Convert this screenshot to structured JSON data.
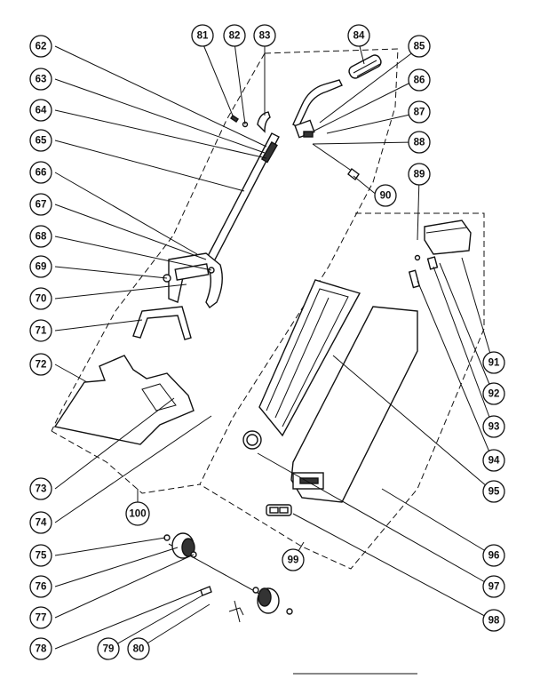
{
  "callouts": [
    {
      "id": "81",
      "label": "81"
    },
    {
      "id": "82",
      "label": "82"
    },
    {
      "id": "83",
      "label": "83"
    },
    {
      "id": "84",
      "label": "84"
    },
    {
      "id": "85",
      "label": "85"
    },
    {
      "id": "86",
      "label": "86"
    },
    {
      "id": "87",
      "label": "87"
    },
    {
      "id": "88",
      "label": "88"
    },
    {
      "id": "89",
      "label": "89"
    },
    {
      "id": "90",
      "label": "90"
    },
    {
      "id": "91",
      "label": "91"
    },
    {
      "id": "92",
      "label": "92"
    },
    {
      "id": "93",
      "label": "93"
    },
    {
      "id": "94",
      "label": "94"
    },
    {
      "id": "95",
      "label": "95"
    },
    {
      "id": "96",
      "label": "96"
    },
    {
      "id": "97",
      "label": "97"
    },
    {
      "id": "98",
      "label": "98"
    },
    {
      "id": "99",
      "label": "99"
    },
    {
      "id": "100",
      "label": "100"
    },
    {
      "id": "62",
      "label": "62"
    },
    {
      "id": "63",
      "label": "63"
    },
    {
      "id": "64",
      "label": "64"
    },
    {
      "id": "65",
      "label": "65"
    },
    {
      "id": "66",
      "label": "66"
    },
    {
      "id": "67",
      "label": "67"
    },
    {
      "id": "68",
      "label": "68"
    },
    {
      "id": "69",
      "label": "69"
    },
    {
      "id": "70",
      "label": "70"
    },
    {
      "id": "71",
      "label": "71"
    },
    {
      "id": "72",
      "label": "72"
    },
    {
      "id": "73",
      "label": "73"
    },
    {
      "id": "74",
      "label": "74"
    },
    {
      "id": "75",
      "label": "75"
    },
    {
      "id": "76",
      "label": "76"
    },
    {
      "id": "77",
      "label": "77"
    },
    {
      "id": "78",
      "label": "78"
    },
    {
      "id": "79",
      "label": "79"
    },
    {
      "id": "80",
      "label": "80"
    }
  ]
}
